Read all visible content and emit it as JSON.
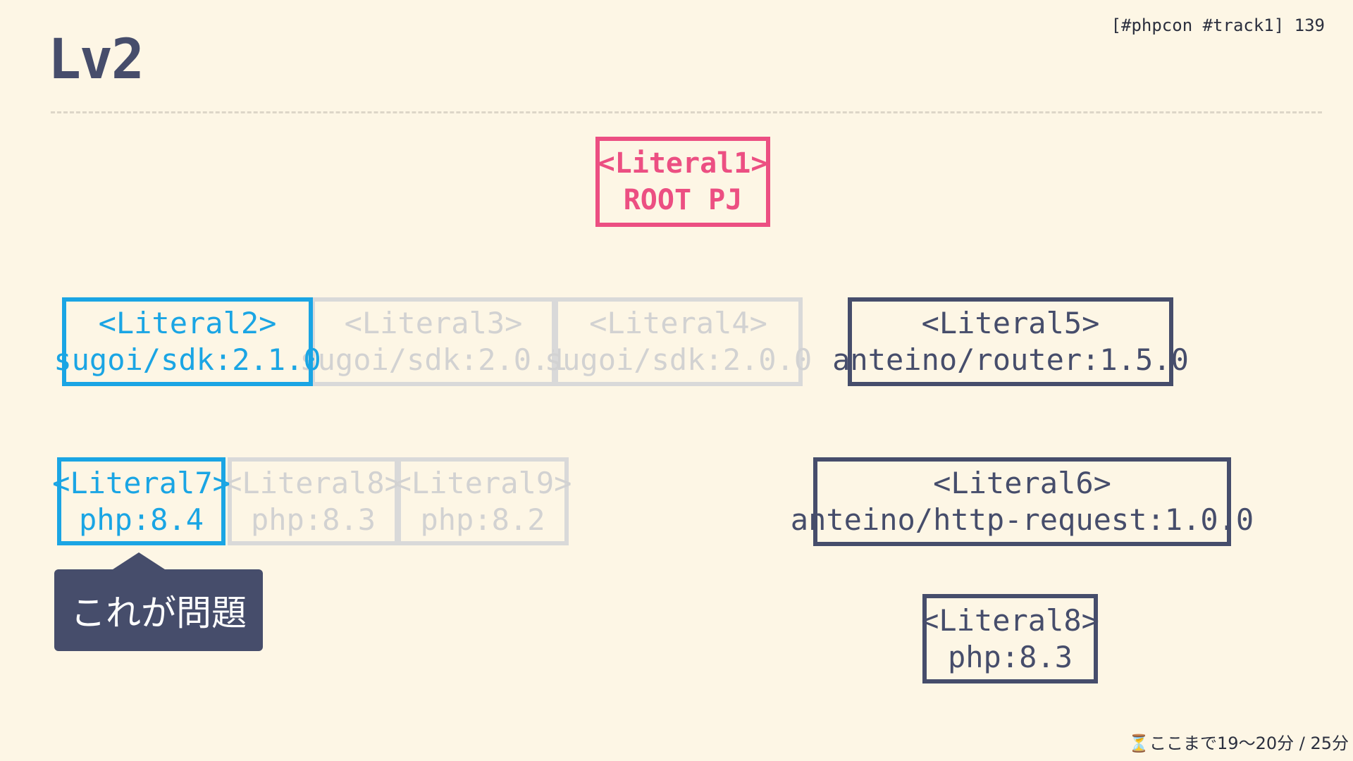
{
  "header": {
    "tag": "[#phpcon #track1] 139"
  },
  "title": "Lv2",
  "nodes": {
    "root": {
      "line1": "<Literal1>",
      "line2": "ROOT PJ"
    },
    "sdk210": {
      "line1": "<Literal2>",
      "line2": "sugoi/sdk:2.1.0"
    },
    "sdk201": {
      "line1": "<Literal3>",
      "line2": "sugoi/sdk:2.0.1"
    },
    "sdk200": {
      "line1": "<Literal4>",
      "line2": "sugoi/sdk:2.0.0"
    },
    "router": {
      "line1": "<Literal5>",
      "line2": "anteino/router:1.5.0"
    },
    "php84": {
      "line1": "<Literal7>",
      "line2": "php:8.4"
    },
    "php83": {
      "line1": "<Literal8>",
      "line2": "php:8.3"
    },
    "php82": {
      "line1": "<Literal9>",
      "line2": "php:8.2"
    },
    "httpreq": {
      "line1": "<Literal6>",
      "line2": "anteino/http-request:1.0.0"
    },
    "php83b": {
      "line1": "<Literal8>",
      "line2": "php:8.3"
    }
  },
  "callout": {
    "text": "これが問題"
  },
  "footer": {
    "text": "⏳ここまで19〜20分 / 25分"
  },
  "colors": {
    "background": "#fdf6e5",
    "root": "#ec4f82",
    "selected": "#1aa5e4",
    "inactive": "#d9d9d9",
    "dependency": "#464d6b"
  }
}
